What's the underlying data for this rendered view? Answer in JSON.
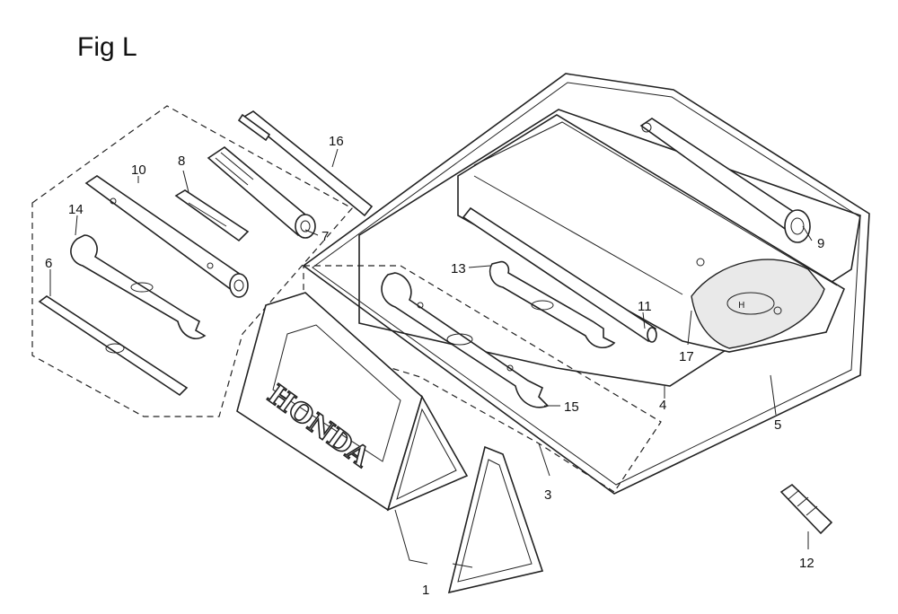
{
  "figure": {
    "title": "Fig L"
  },
  "brand_text": "HONDA",
  "callouts": [
    {
      "id": "1",
      "label": "1"
    },
    {
      "id": "3",
      "label": "3"
    },
    {
      "id": "4",
      "label": "4"
    },
    {
      "id": "5",
      "label": "5"
    },
    {
      "id": "6",
      "label": "6"
    },
    {
      "id": "7",
      "label": "7"
    },
    {
      "id": "8",
      "label": "8"
    },
    {
      "id": "9",
      "label": "9"
    },
    {
      "id": "10",
      "label": "10"
    },
    {
      "id": "11",
      "label": "11"
    },
    {
      "id": "12",
      "label": "12"
    },
    {
      "id": "13",
      "label": "13"
    },
    {
      "id": "14",
      "label": "14"
    },
    {
      "id": "15",
      "label": "15"
    },
    {
      "id": "16",
      "label": "16"
    },
    {
      "id": "17",
      "label": "17"
    }
  ]
}
